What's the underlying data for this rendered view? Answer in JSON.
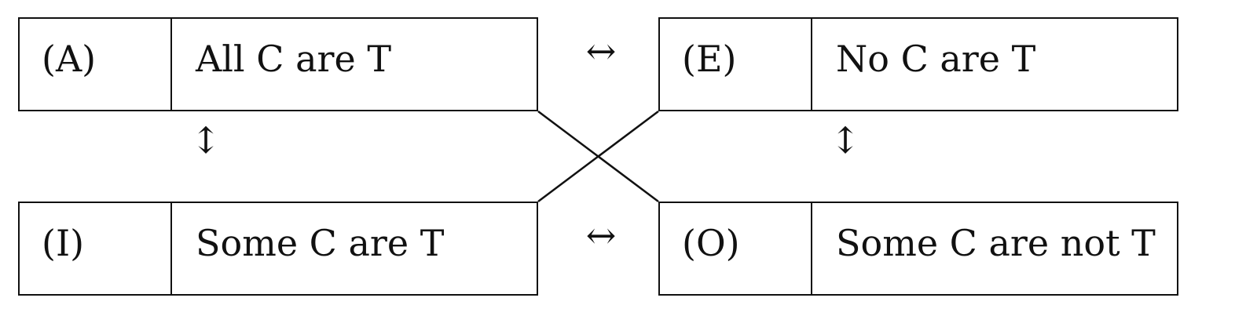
{
  "square_of_opposition": {
    "boxes": {
      "a": {
        "code": "(A)",
        "statement": "All C are T"
      },
      "e": {
        "code": "(E)",
        "statement": "No C are T"
      },
      "i": {
        "code": "(I)",
        "statement": "Some C are T"
      },
      "o": {
        "code": "(O)",
        "statement": "Some C are not T"
      }
    },
    "arrows": {
      "horizontal": "↔",
      "vertical": "↕"
    }
  }
}
